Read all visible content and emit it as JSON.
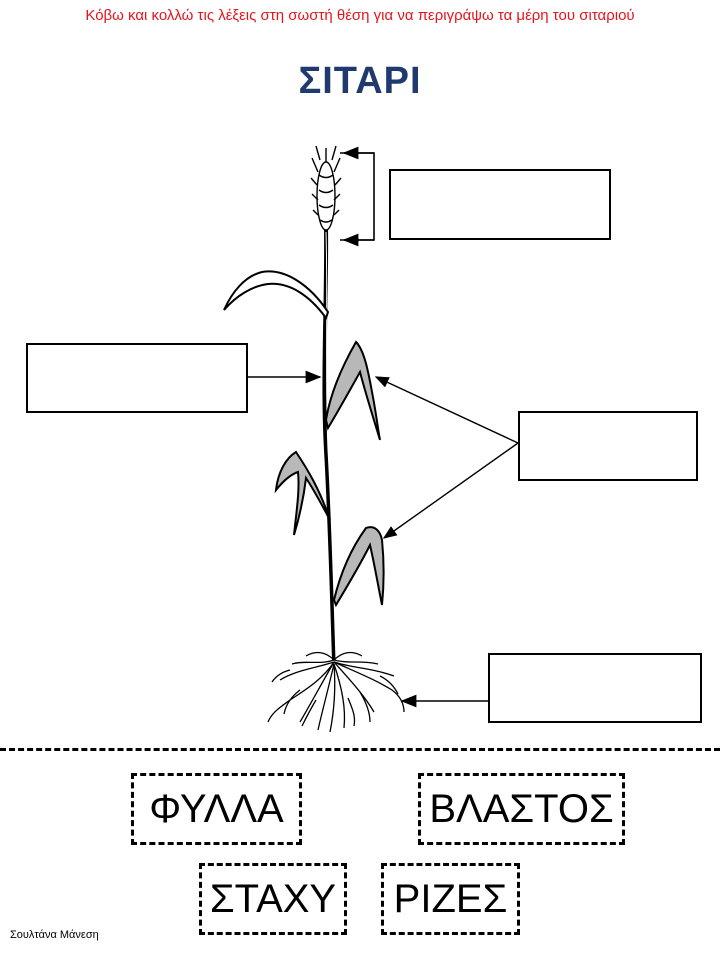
{
  "header": {
    "instruction": "Κόβω και κολλώ τις λέξεις στη σωστή θέση για να περιγράψω τα μέρη του σιταριού",
    "title": "ΣΙΤΑΡΙ"
  },
  "colors": {
    "instruction": "#e8141b",
    "title": "#1f3a6e",
    "leaf_fill": "#b8b8b8"
  },
  "word_cards": {
    "fylla": "ΦΥΛΛΑ",
    "vlastos": "ΒΛΑΣΤΟΣ",
    "stachy": "ΣΤΑΧΥ",
    "rizes": "ΡΙΖΕΣ"
  },
  "footer": {
    "author": "Σουλτάνα Μάνεση"
  }
}
